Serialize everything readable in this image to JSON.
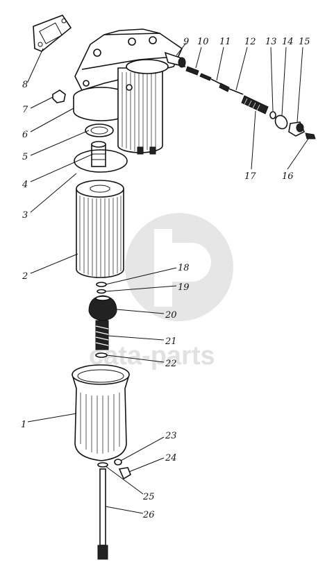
{
  "watermark": {
    "text": "cata-parts",
    "color": "#c8c8c8"
  },
  "labels": [
    "1",
    "2",
    "3",
    "4",
    "5",
    "6",
    "7",
    "8",
    "9",
    "10",
    "11",
    "12",
    "13",
    "14",
    "15",
    "16",
    "17",
    "18",
    "19",
    "20",
    "21",
    "22",
    "23",
    "24",
    "25",
    "26"
  ],
  "colors": {
    "ink": "#111111",
    "background": "#ffffff"
  }
}
